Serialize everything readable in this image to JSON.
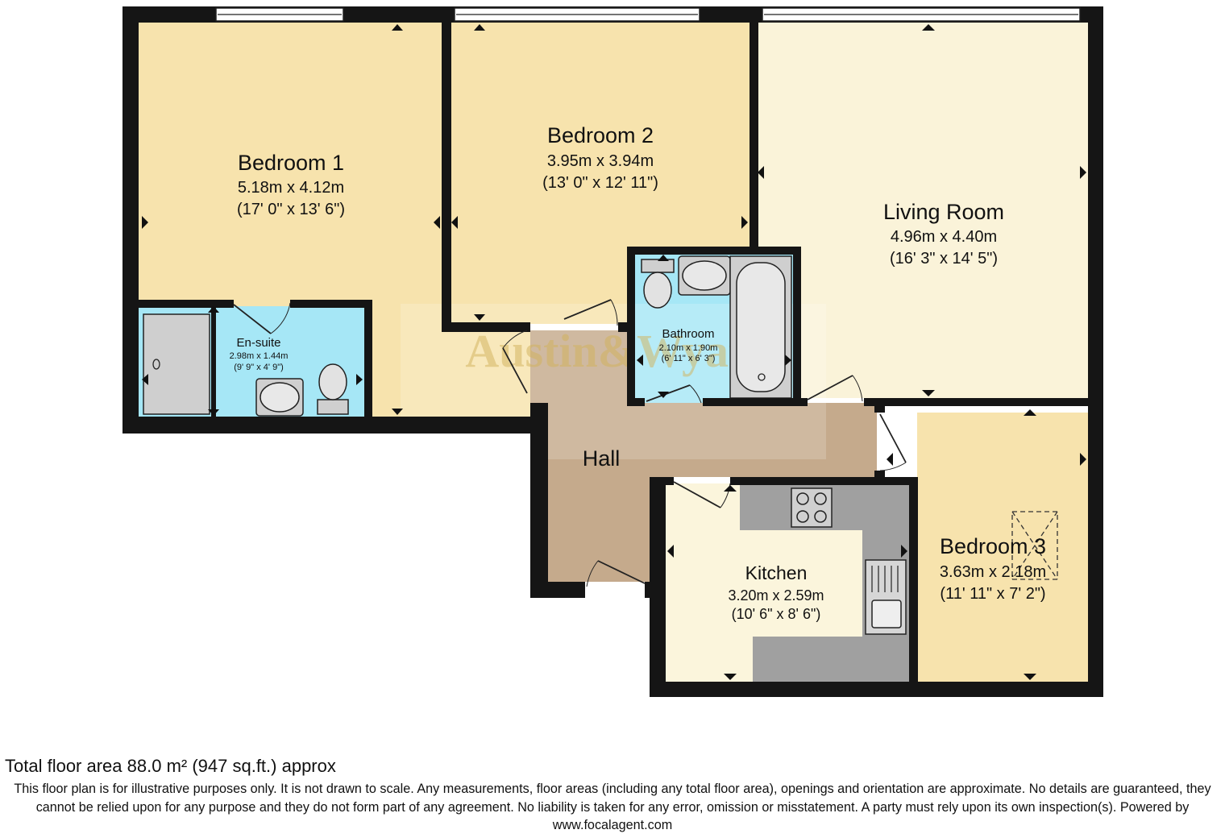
{
  "rooms": {
    "bedroom1": {
      "name": "Bedroom 1",
      "metric": "5.18m x 4.12m",
      "imperial": "(17' 0\" x 13' 6\")",
      "fill": "#f7e3ad"
    },
    "bedroom2": {
      "name": "Bedroom 2",
      "metric": "3.95m x 3.94m",
      "imperial": "(13' 0\" x 12' 11\")",
      "fill": "#f7e3ad"
    },
    "living_room": {
      "name": "Living Room",
      "metric": "4.96m x 4.40m",
      "imperial": "(16' 3\" x 14' 5\")",
      "fill": "#faf3d9"
    },
    "ensuite": {
      "name": "En-suite",
      "metric": "2.98m x 1.44m",
      "imperial": "(9' 9\" x 4' 9\")",
      "fill": "#a6e7f6"
    },
    "bathroom": {
      "name": "Bathroom",
      "metric": "2.10m x 1.90m",
      "imperial": "(6' 11\" x 6' 3\")",
      "fill": "#a6e7f6"
    },
    "hall": {
      "name": "Hall",
      "fill": "#c5aa8c"
    },
    "kitchen": {
      "name": "Kitchen",
      "metric": "3.20m x 2.59m",
      "imperial": "(10' 6\" x 8' 6\")",
      "fill": "#fbf5dc"
    },
    "bedroom3": {
      "name": "Bedroom 3",
      "metric": "3.63m x 2.18m",
      "imperial": "(11' 11\" x 7' 2\")",
      "fill": "#f7e3ad"
    }
  },
  "colors": {
    "wall": "#151515",
    "worktop": "#a0a0a0",
    "fixture": "#c8c8c8",
    "watermark": "#d2b25a"
  },
  "watermark": {
    "text": "Austin&Wyatt"
  },
  "footer": {
    "total_area": "Total floor area 88.0 m² (947 sq.ft.) approx",
    "disclaimer": "This floor plan is for illustrative purposes only. It is not drawn to scale. Any measurements, floor areas (including any total floor area), openings and orientation are approximate. No details are guaranteed, they cannot be relied upon for any purpose and they do not form part of any agreement. No liability is taken for any error, omission or misstatement. A party must rely upon its own inspection(s). Powered by www.focalagent.com"
  }
}
